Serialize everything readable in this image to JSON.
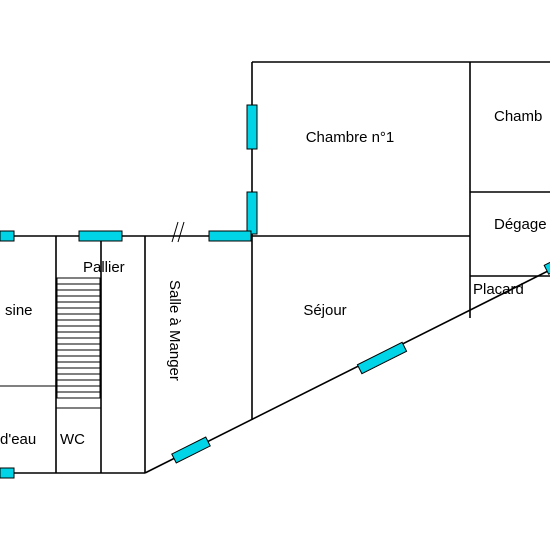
{
  "rooms": {
    "chambre1": "Chambre n°1",
    "chambre2": "Chamb",
    "degagement": "Dégage",
    "placard": "Placard",
    "sejour": "Séjour",
    "salle_a_manger": "Salle à Manger",
    "pallier": "Pallier",
    "cuisine": "sine",
    "salle_d_eau": "d'eau",
    "wc": "WC"
  },
  "colors": {
    "wall": "#000000",
    "window": "#00d4e6",
    "background": "#ffffff"
  },
  "icons": {
    "stairs": "stairs-icon",
    "door_mark": "door-mark-icon"
  }
}
